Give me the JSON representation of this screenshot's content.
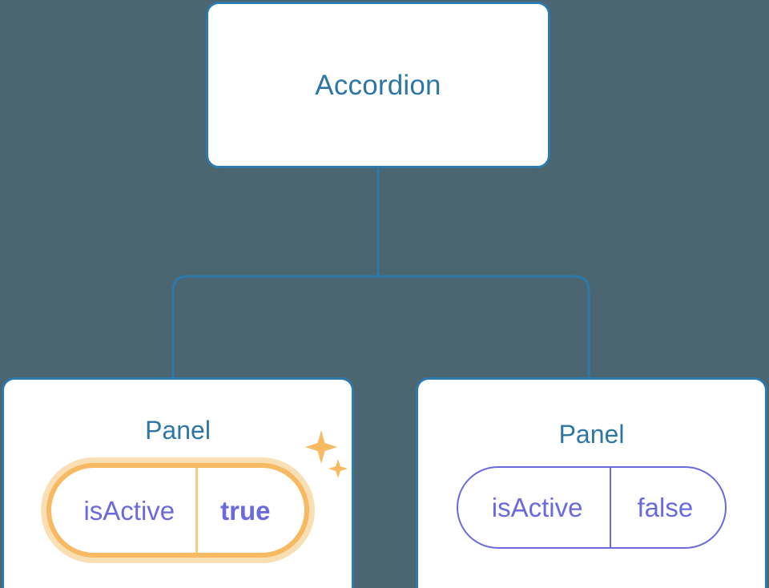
{
  "diagram": {
    "type": "component-tree",
    "background_color": "#4b6671",
    "node_border_color": "#2c79ab",
    "node_title_color": "#2d76a6",
    "prop_color": "#6a6ade",
    "highlight_color": "#f7b961",
    "highlight_halo_color": "#fbdfb4",
    "root": {
      "title": "Accordion"
    },
    "children": [
      {
        "title": "Panel",
        "highlighted": true,
        "prop": {
          "key": "isActive",
          "value": "true"
        },
        "sparkle_icons": [
          "sparkle-large-icon",
          "sparkle-small-icon"
        ]
      },
      {
        "title": "Panel",
        "highlighted": false,
        "prop": {
          "key": "isActive",
          "value": "false"
        }
      }
    ]
  }
}
